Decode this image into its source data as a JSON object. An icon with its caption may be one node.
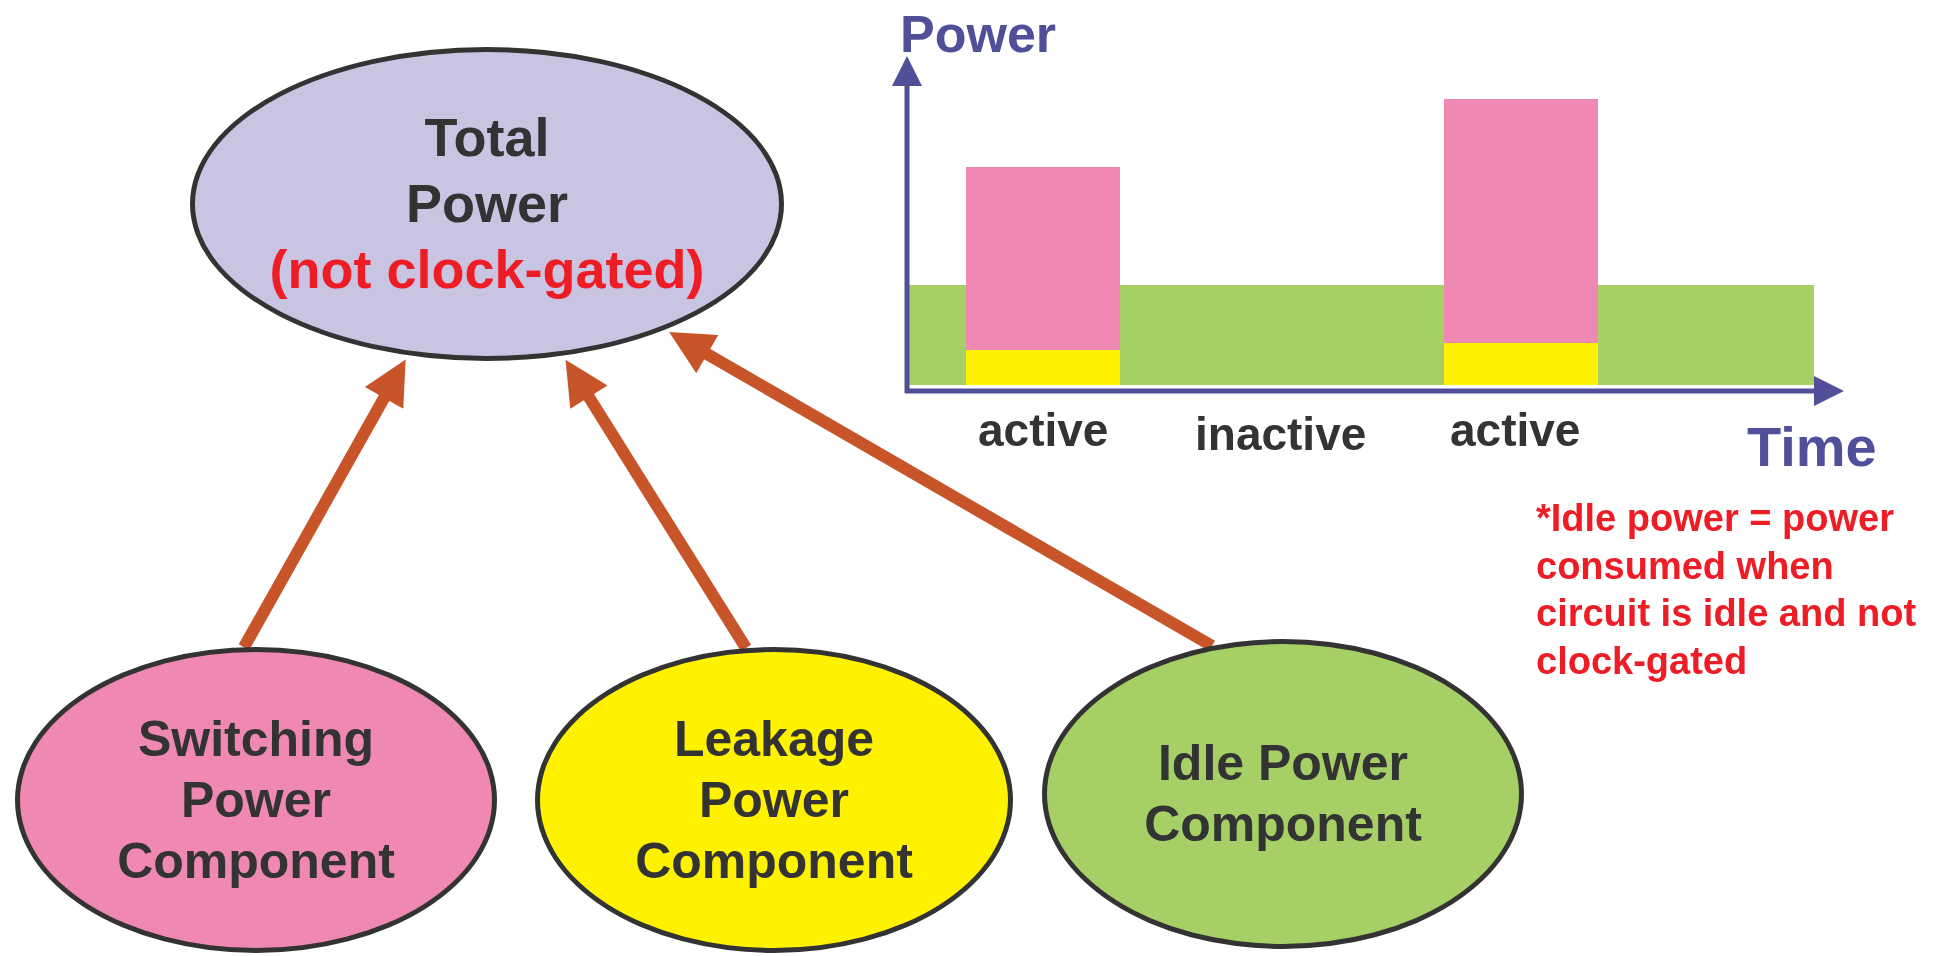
{
  "diagram": {
    "nodes": [
      {
        "text": [
          "Total Power",
          "(not clock-gated)"
        ]
      },
      {
        "text": [
          "Switching Power Component"
        ]
      },
      {
        "text": [
          "Leakage Power Component"
        ]
      },
      {
        "text": [
          "Idle Power Component"
        ]
      }
    ],
    "edges": [
      {
        "from": 1,
        "to": 0,
        "arrow": "to"
      },
      {
        "from": 2,
        "to": 0,
        "arrow": "to"
      },
      {
        "from": 3,
        "to": 0,
        "arrow": "to"
      }
    ],
    "labels": [
      "Power",
      "active",
      "inactive",
      "active",
      "Time",
      "*Idle power = power consumed when circuit is idle and not clock-gated"
    ]
  }
}
